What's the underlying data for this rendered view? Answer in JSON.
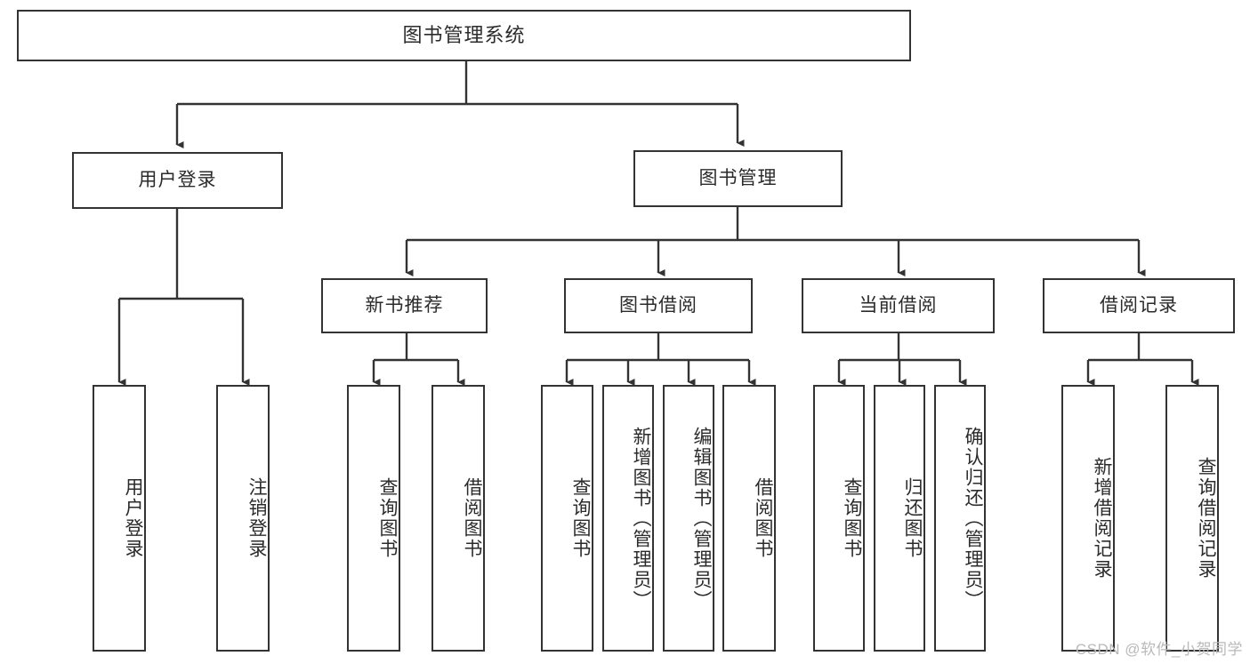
{
  "diagram": {
    "type": "tree-hierarchy-chart",
    "title": "图书管理系统",
    "orientation": "top-down",
    "colors": {
      "box_border": "#333333",
      "box_fill": "#ffffff",
      "edge": "#333333",
      "text": "#2b2b2b",
      "watermark": "#b9b9b9",
      "background": "#ffffff"
    },
    "root": {
      "id": "root",
      "label": "图书管理系统"
    },
    "level2": [
      {
        "id": "user-login",
        "label": "用户登录"
      },
      {
        "id": "book-manage",
        "label": "图书管理"
      }
    ],
    "level3": [
      {
        "id": "new-book-recommend",
        "label": "新书推荐",
        "parent": "book-manage"
      },
      {
        "id": "book-borrow",
        "label": "图书借阅",
        "parent": "book-manage"
      },
      {
        "id": "current-borrow",
        "label": "当前借阅",
        "parent": "book-manage"
      },
      {
        "id": "borrow-record",
        "label": "借阅记录",
        "parent": "book-manage"
      }
    ],
    "leaves": [
      {
        "id": "leaf-user-login",
        "label": "用户登录",
        "parent": "user-login"
      },
      {
        "id": "leaf-logout",
        "label": "注销登录",
        "parent": "user-login"
      },
      {
        "id": "leaf-query-book-1",
        "label": "查询图书",
        "parent": "new-book-recommend"
      },
      {
        "id": "leaf-borrow-book-1",
        "label": "借阅图书",
        "parent": "new-book-recommend"
      },
      {
        "id": "leaf-query-book-2",
        "label": "查询图书",
        "parent": "book-borrow"
      },
      {
        "id": "leaf-add-book",
        "label": "新增图书（管理员）",
        "parent": "book-borrow"
      },
      {
        "id": "leaf-edit-book",
        "label": "编辑图书（管理员）",
        "parent": "book-borrow"
      },
      {
        "id": "leaf-borrow-book-2",
        "label": "借阅图书",
        "parent": "book-borrow"
      },
      {
        "id": "leaf-query-book-3",
        "label": "查询图书",
        "parent": "current-borrow"
      },
      {
        "id": "leaf-return-book",
        "label": "归还图书",
        "parent": "current-borrow"
      },
      {
        "id": "leaf-confirm-return",
        "label": "确认归还（管理员）",
        "parent": "current-borrow"
      },
      {
        "id": "leaf-add-record",
        "label": "新增借阅记录",
        "parent": "borrow-record"
      },
      {
        "id": "leaf-query-record",
        "label": "查询借阅记录",
        "parent": "borrow-record"
      }
    ],
    "watermark": "CSDN @软件_小贺同学"
  }
}
